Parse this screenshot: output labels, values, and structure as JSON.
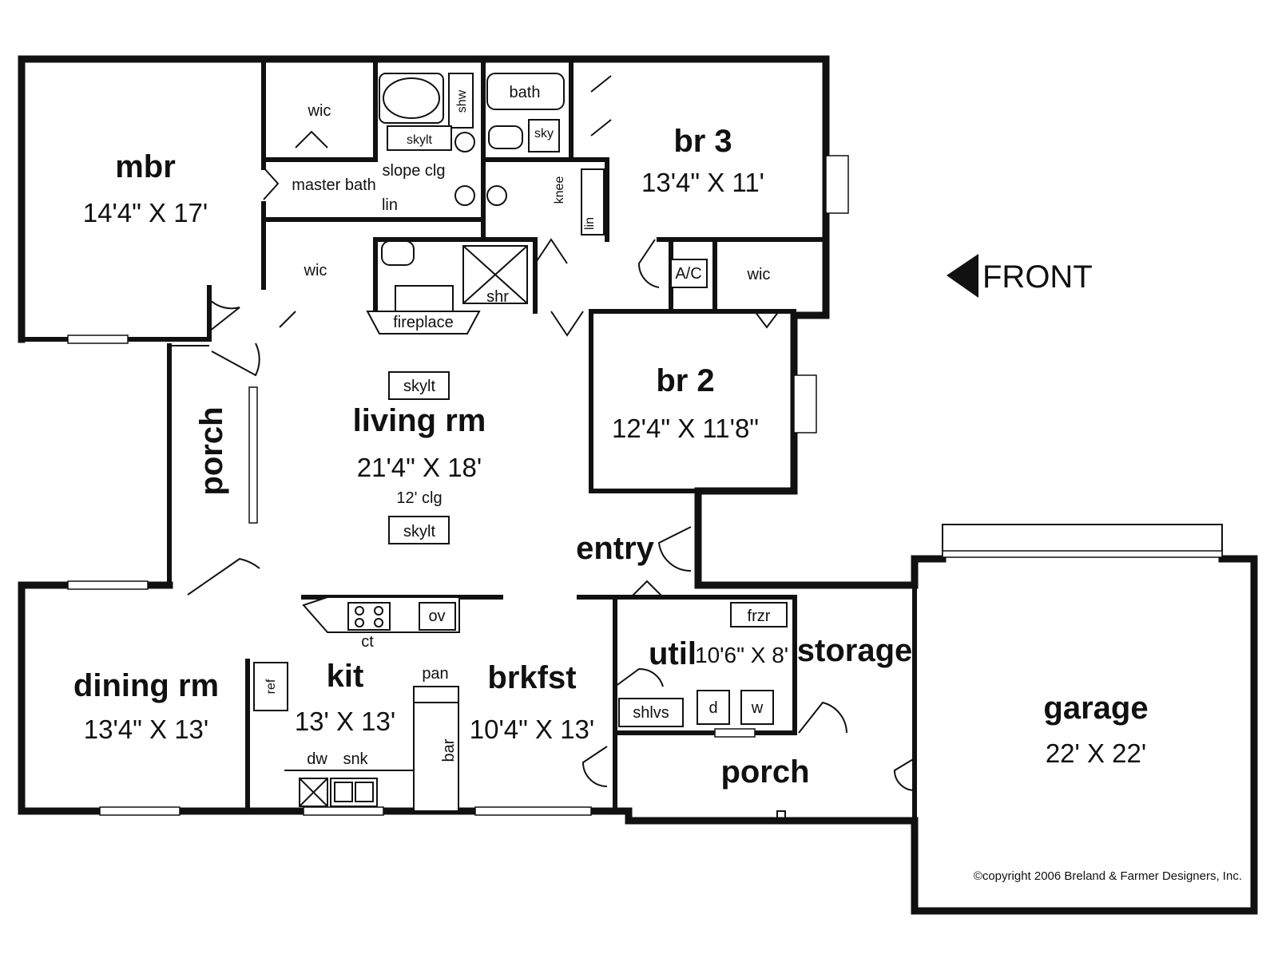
{
  "rooms": {
    "mbr": {
      "name": "mbr",
      "dim": "14'4\" X 17'"
    },
    "br3": {
      "name": "br 3",
      "dim": "13'4\" X 11'"
    },
    "br2": {
      "name": "br 2",
      "dim": "12'4\" X 11'8\""
    },
    "living": {
      "name": "living rm",
      "dim": "21'4\" X 18'",
      "note": "12' clg"
    },
    "porch_left": {
      "name": "porch"
    },
    "entry": {
      "name": "entry"
    },
    "dining": {
      "name": "dining rm",
      "dim": "13'4\" X 13'"
    },
    "kit": {
      "name": "kit",
      "dim": "13' X 13'"
    },
    "brkfst": {
      "name": "brkfst",
      "dim": "10'4\" X 13'"
    },
    "util": {
      "name": "util",
      "dim": "10'6\" X 8'"
    },
    "storage": {
      "name": "storage"
    },
    "porch_rear": {
      "name": "porch"
    },
    "garage": {
      "name": "garage",
      "dim": "22' X 22'"
    }
  },
  "labels": {
    "wic": "wic",
    "master_bath": "master bath",
    "bath": "bath",
    "shw": "shw",
    "skylt": "skylt",
    "sky": "sky",
    "slope_clg": "slope clg",
    "lin": "lin",
    "knee": "knee",
    "shr": "shr",
    "fireplace": "fireplace",
    "ac": "A/C",
    "ct": "ct",
    "ov": "ov",
    "ref": "ref",
    "pan": "pan",
    "bar": "bar",
    "dw": "dw",
    "snk": "snk",
    "frzr": "frzr",
    "shlvs": "shlvs",
    "d": "d",
    "w": "w"
  },
  "front": "FRONT",
  "copyright": "©copyright 2006 Breland & Farmer Designers, Inc."
}
